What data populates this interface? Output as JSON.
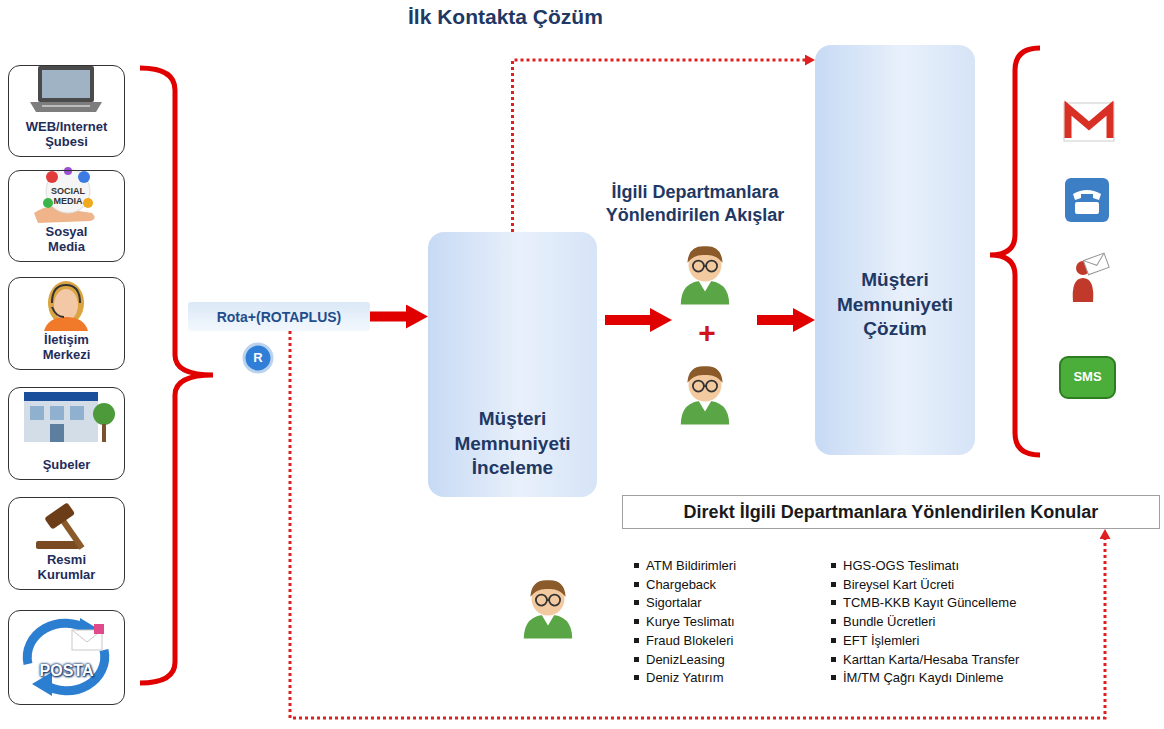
{
  "diagram": {
    "title": "İlk Kontakta Çözüm",
    "nodes": [
      {
        "text": [
          "WEB/Internet Şubesi"
        ]
      },
      {
        "text": [
          "Sosyal Media"
        ]
      },
      {
        "text": [
          "İletişim Merkezi"
        ]
      },
      {
        "text": [
          "Şubeler"
        ]
      },
      {
        "text": [
          "Resmi Kurumlar"
        ]
      },
      {
        "text": [
          "POSTA"
        ]
      },
      {
        "text": [
          "Rota+(ROTAPLUS)"
        ]
      },
      {
        "text": [
          "Müşteri Memnuniyeti İnceleme"
        ]
      },
      {
        "text": [
          "Müşteri Memnuniyeti Çözüm"
        ]
      },
      {
        "text": [
          "Direkt İlgili Departmanlara Yönlendirilen Konular"
        ]
      }
    ],
    "edges": [
      {
        "from": 6,
        "to": 7,
        "arrow": "to"
      },
      {
        "from": 7,
        "to": 8,
        "arrow": "to"
      },
      {
        "from": 7,
        "to": 8,
        "arrow": "to"
      },
      {
        "from": 6,
        "to": 9,
        "arrow": "to"
      }
    ],
    "labels": [
      "İlgili Departmanlara Yönlendirilen Akışlar",
      "+",
      "ATM Bildirimleri",
      "Chargeback",
      "Sigortalar",
      "Kurye Teslimatı",
      "Fraud Blokeleri",
      "DenizLeasing",
      "Deniz Yatırım",
      "HGS-OGS Teslimatı",
      "Bireysel Kart Ücreti",
      "TCMB-KKB Kayıt Güncelleme",
      "Bundle Ücretleri",
      "EFT İşlemleri",
      "Karttan Karta/Hesaba Transfer",
      "İM/TM Çağrı Kaydı Dinleme",
      "SOCIAL MEDIA",
      "R",
      "SMS"
    ]
  }
}
